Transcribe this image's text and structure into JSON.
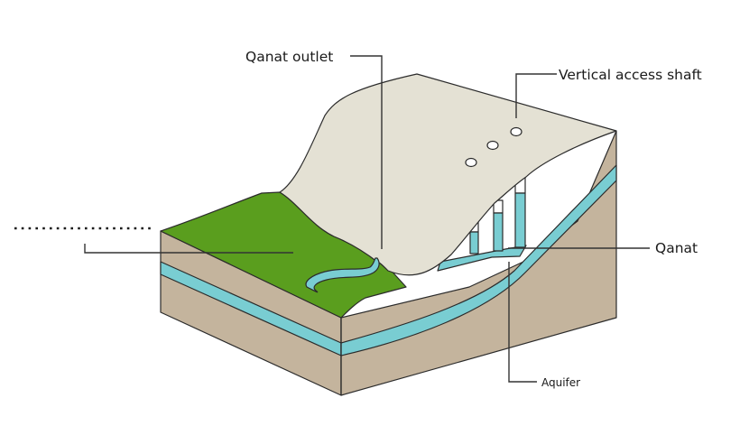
{
  "diagram": {
    "title": "Qanat cross-section block diagram",
    "labels": {
      "qanat_outlet": "Qanat outlet",
      "vertical_access_shaft": "Vertical access shaft",
      "qanat": "Qanat",
      "aquifer": "Aquifer",
      "unlabeled_left": ""
    },
    "colors": {
      "soil": "#c4b49d",
      "aquifer_water": "#79cdd2",
      "grass": "#5a9e1e",
      "hill_surface": "#e4e1d4",
      "outline": "#2b2b2b",
      "leader_line": "#333333",
      "text": "#1a1a1a"
    },
    "access_shaft_count": 3
  }
}
